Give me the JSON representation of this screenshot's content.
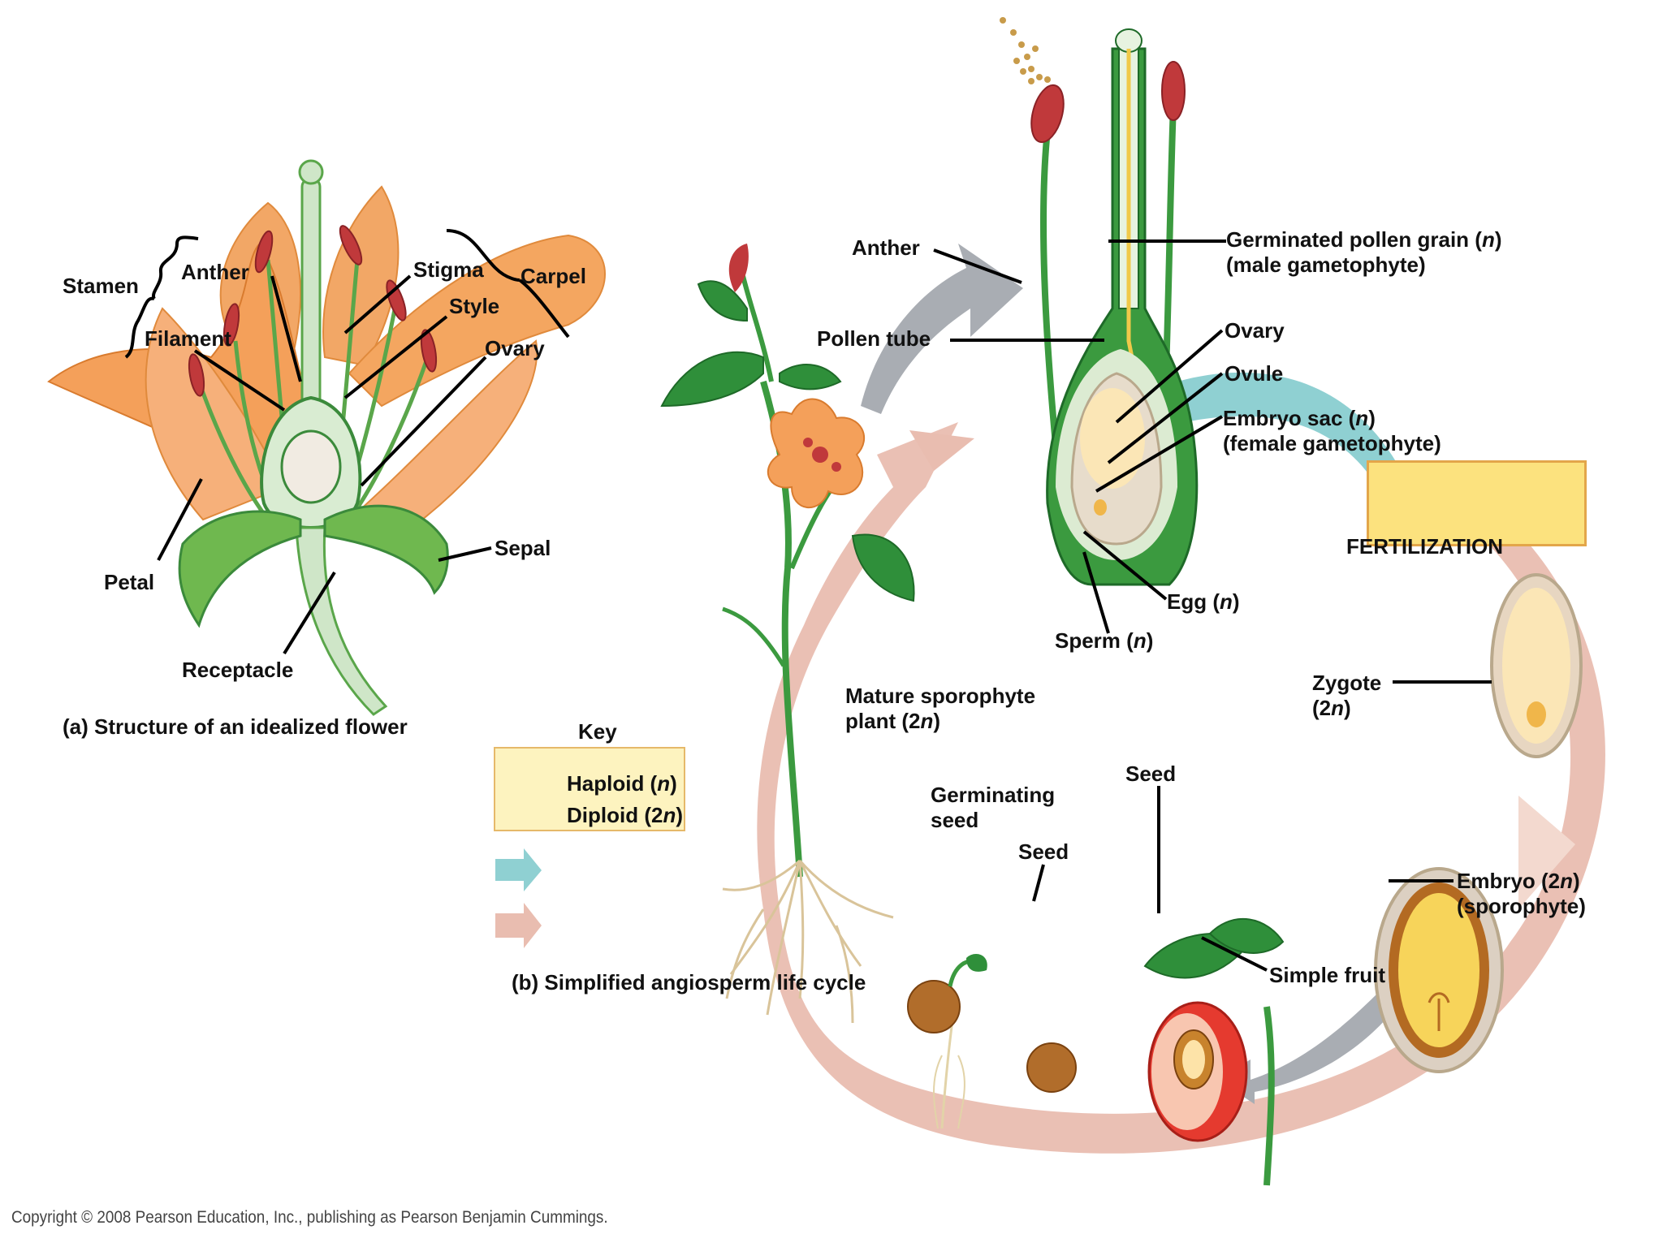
{
  "colors": {
    "petal": "#f4a05a",
    "petal_dark": "#e07a2c",
    "stem": "#3b9a3f",
    "leaf": "#2f8f3a",
    "haploid_fill": "#fdf3bf",
    "fertilization_fill": "#fce27e",
    "haploid_arrow": "#8fd0d2",
    "diploid_arrow": "#e7b7a8",
    "anther": "#c0393b"
  },
  "panel_a": {
    "caption": "(a) Structure of an idealized flower",
    "labels": {
      "stamen": "Stamen",
      "anther": "Anther",
      "filament": "Filament",
      "stigma": "Stigma",
      "carpel": "Carpel",
      "style": "Style",
      "ovary": "Ovary",
      "petal": "Petal",
      "sepal": "Sepal",
      "receptacle": "Receptacle"
    }
  },
  "panel_b": {
    "caption": "(b) Simplified angiosperm life cycle",
    "key": {
      "title": "Key",
      "haploid_prefix": "Haploid (",
      "haploid_sym": "n",
      "haploid_suffix": ")",
      "diploid_prefix": "Diploid (2",
      "diploid_sym": "n",
      "diploid_suffix": ")"
    },
    "labels": {
      "anther": "Anther",
      "germ_pollen_prefix": "Germinated pollen grain (",
      "germ_pollen_sym": "n",
      "germ_pollen_suffix": ")",
      "germ_pollen_line2": "(male gametophyte)",
      "pollen_tube": "Pollen tube",
      "ovary": "Ovary",
      "ovule": "Ovule",
      "embryo_sac_prefix": "Embryo sac (",
      "embryo_sac_sym": "n",
      "embryo_sac_suffix": ")",
      "embryo_sac_line2": "(female gametophyte)",
      "fertilization": "FERTILIZATION",
      "egg_prefix": "Egg (",
      "egg_sym": "n",
      "egg_suffix": ")",
      "sperm_prefix": "Sperm (",
      "sperm_sym": "n",
      "sperm_suffix": ")",
      "zygote_line1": "Zygote",
      "zygote_prefix": "(2",
      "zygote_sym": "n",
      "zygote_suffix": ")",
      "mature_line1": "Mature sporophyte",
      "mature_prefix": "plant (2",
      "mature_sym": "n",
      "mature_suffix": ")",
      "germinating_line1": "Germinating",
      "germinating_line2": "seed",
      "seed_1": "Seed",
      "seed_2": "Seed",
      "embryo_prefix": "Embryo (2",
      "embryo_sym": "n",
      "embryo_suffix": ")",
      "embryo_line2": "(sporophyte)",
      "simple_fruit": "Simple fruit"
    }
  },
  "copyright": "Copyright © 2008 Pearson Education, Inc., publishing as Pearson Benjamin Cummings."
}
